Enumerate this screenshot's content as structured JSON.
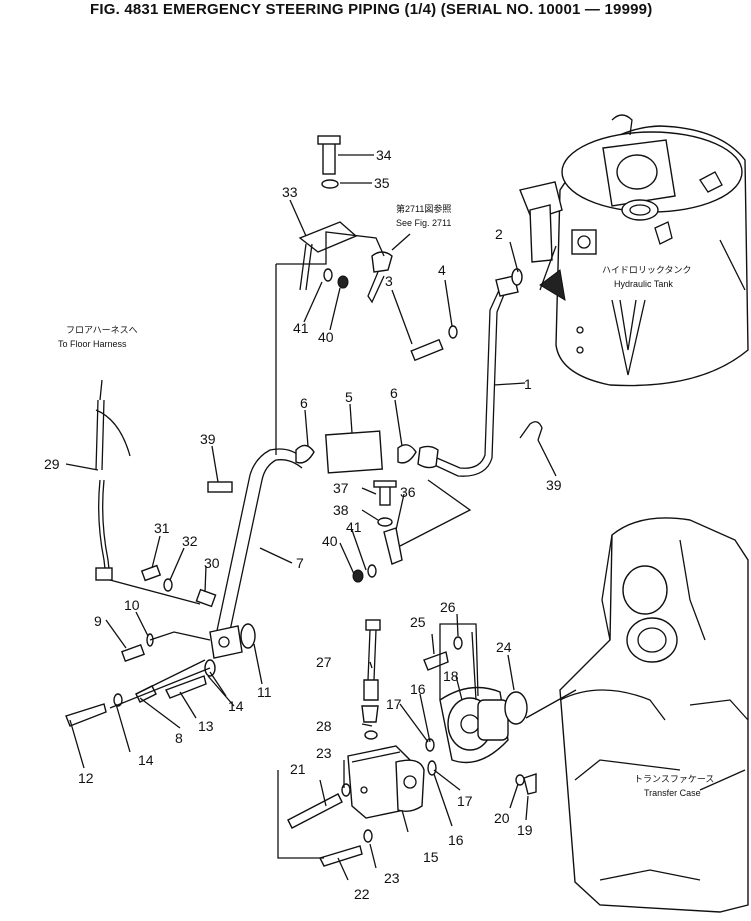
{
  "title": "FIG. 4831  EMERGENCY STEERING PIPING (1/4) (SERIAL NO. 10001 — 19999)",
  "annotations": {
    "floor_harness_jp": "フロアハーネスへ",
    "floor_harness_en": "To  Floor Harness",
    "see_fig_jp": "第2711図参照",
    "see_fig_en": "See Fig. 2711",
    "hydraulic_tank_jp": "ハイドロリックタンク",
    "hydraulic_tank_en": "Hydraulic Tank",
    "transfer_case_jp": "トランスファケース",
    "transfer_case_en": "Transfer Case"
  },
  "callouts": {
    "c1": "1",
    "c2": "2",
    "c3": "3",
    "c4": "4",
    "c5": "5",
    "c6a": "6",
    "c6b": "6",
    "c7": "7",
    "c8": "8",
    "c9": "9",
    "c10": "10",
    "c11": "11",
    "c12": "12",
    "c13": "13",
    "c14a": "14",
    "c14b": "14",
    "c15": "15",
    "c16a": "16",
    "c16b": "16",
    "c17a": "17",
    "c17b": "17",
    "c18": "18",
    "c19": "19",
    "c20": "20",
    "c21": "21",
    "c22": "22",
    "c23a": "23",
    "c23b": "23",
    "c24": "24",
    "c25": "25",
    "c26": "26",
    "c27": "27",
    "c28": "28",
    "c29": "29",
    "c30": "30",
    "c31": "31",
    "c32": "32",
    "c33": "33",
    "c34": "34",
    "c35": "35",
    "c36": "36",
    "c37": "37",
    "c38": "38",
    "c39a": "39",
    "c39b": "39",
    "c40a": "40",
    "c40b": "40",
    "c41a": "41",
    "c41b": "41"
  }
}
